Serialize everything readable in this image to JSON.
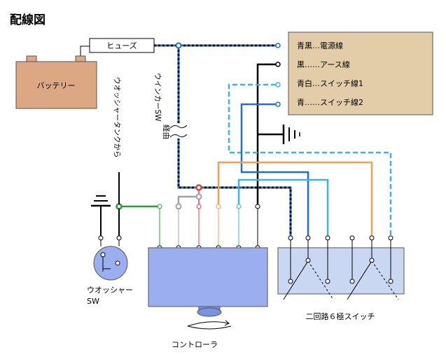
{
  "title": "配線図",
  "battery": {
    "label": "バッテリー"
  },
  "fuse": {
    "label": "ヒューズ"
  },
  "legend": {
    "items": [
      "青黒…電源線",
      "黒……アース線",
      "青白…スイッチ線1",
      "青……スイッチ線2"
    ]
  },
  "labels": {
    "washer_tank": "ウオッシャータンクから",
    "winker_sw_line1": "ウインカーSW",
    "winker_sw_line2": "経由",
    "washer_sw_line1": "ウオッシャー",
    "washer_sw_line2": "SW",
    "controller": "コントローラ",
    "switch": "二回路６極スイッチ"
  },
  "colors": {
    "battery_fill": "#dca783",
    "legend_fill": "#e3cda8",
    "controller_fill": "#9aaef0",
    "switch_fill": "#cad7f2",
    "wire_blue": "#1e6fd0",
    "wire_lightblue": "#3fb0e8",
    "wire_orange": "#f0a050",
    "wire_green": "#2a9a3a",
    "wire_red": "#e04040",
    "wire_gray": "#a0a0a0"
  }
}
